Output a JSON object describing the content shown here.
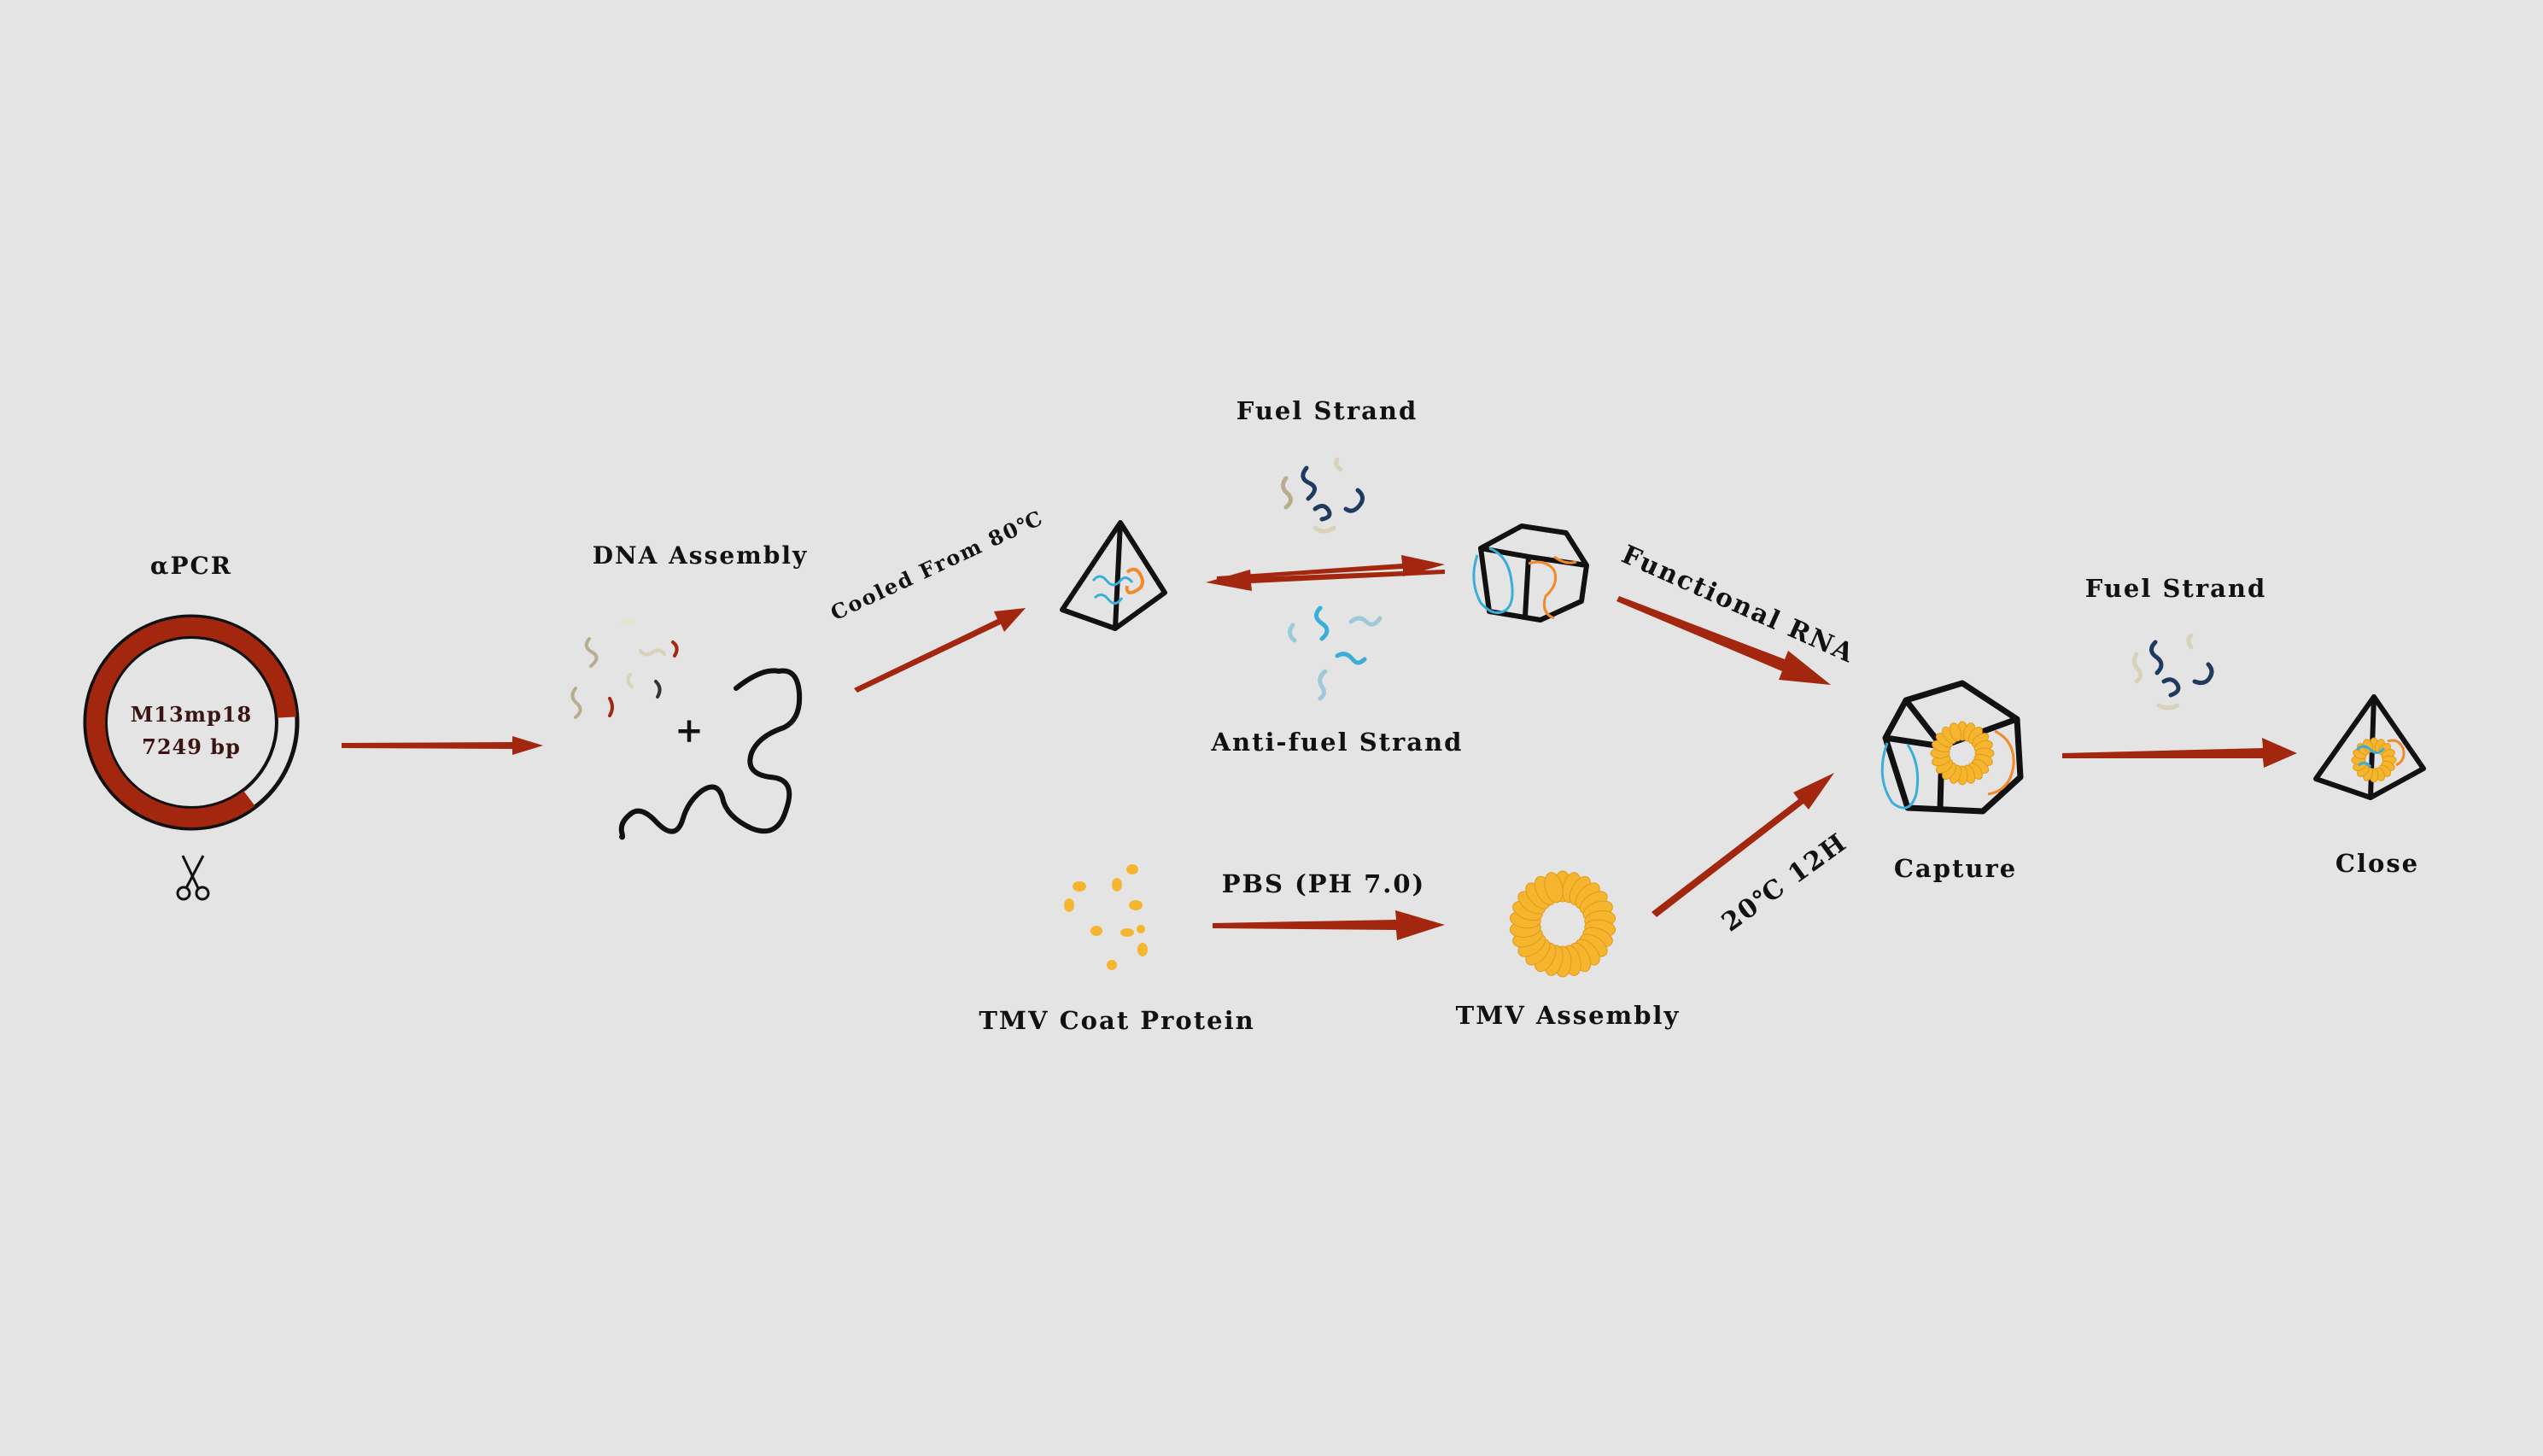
{
  "labels": {
    "apcr": "αPCR",
    "plasmid_name": "M13mp18",
    "plasmid_size": "7249 bp",
    "dna_assembly": "DNA Assembly",
    "plus": "+",
    "cooled": "Cooled From 80℃",
    "fuel_strand_top": "Fuel Strand",
    "anti_fuel_strand": "Anti-fuel Strand",
    "functional_rna": "Functional RNA",
    "pbs": "PBS (PH 7.0)",
    "tmv_coat_protein": "TMV Coat Protein",
    "tmv_assembly": "TMV Assembly",
    "incubation": "20℃ 12H",
    "capture": "Capture",
    "fuel_strand_right": "Fuel Strand",
    "close": "Close"
  },
  "colors": {
    "background": "#e4e4e4",
    "arrow": "#a3260f",
    "plasmid_ring": "#a3260f",
    "tmv_orange": "#f5b52e",
    "strand_navy": "#1f3a5f",
    "strand_tan": "#b8ad8e",
    "strand_cyan": "#3aaed8",
    "strand_lightblue": "#9ec9d8",
    "rna_orange": "#f08a2a"
  }
}
